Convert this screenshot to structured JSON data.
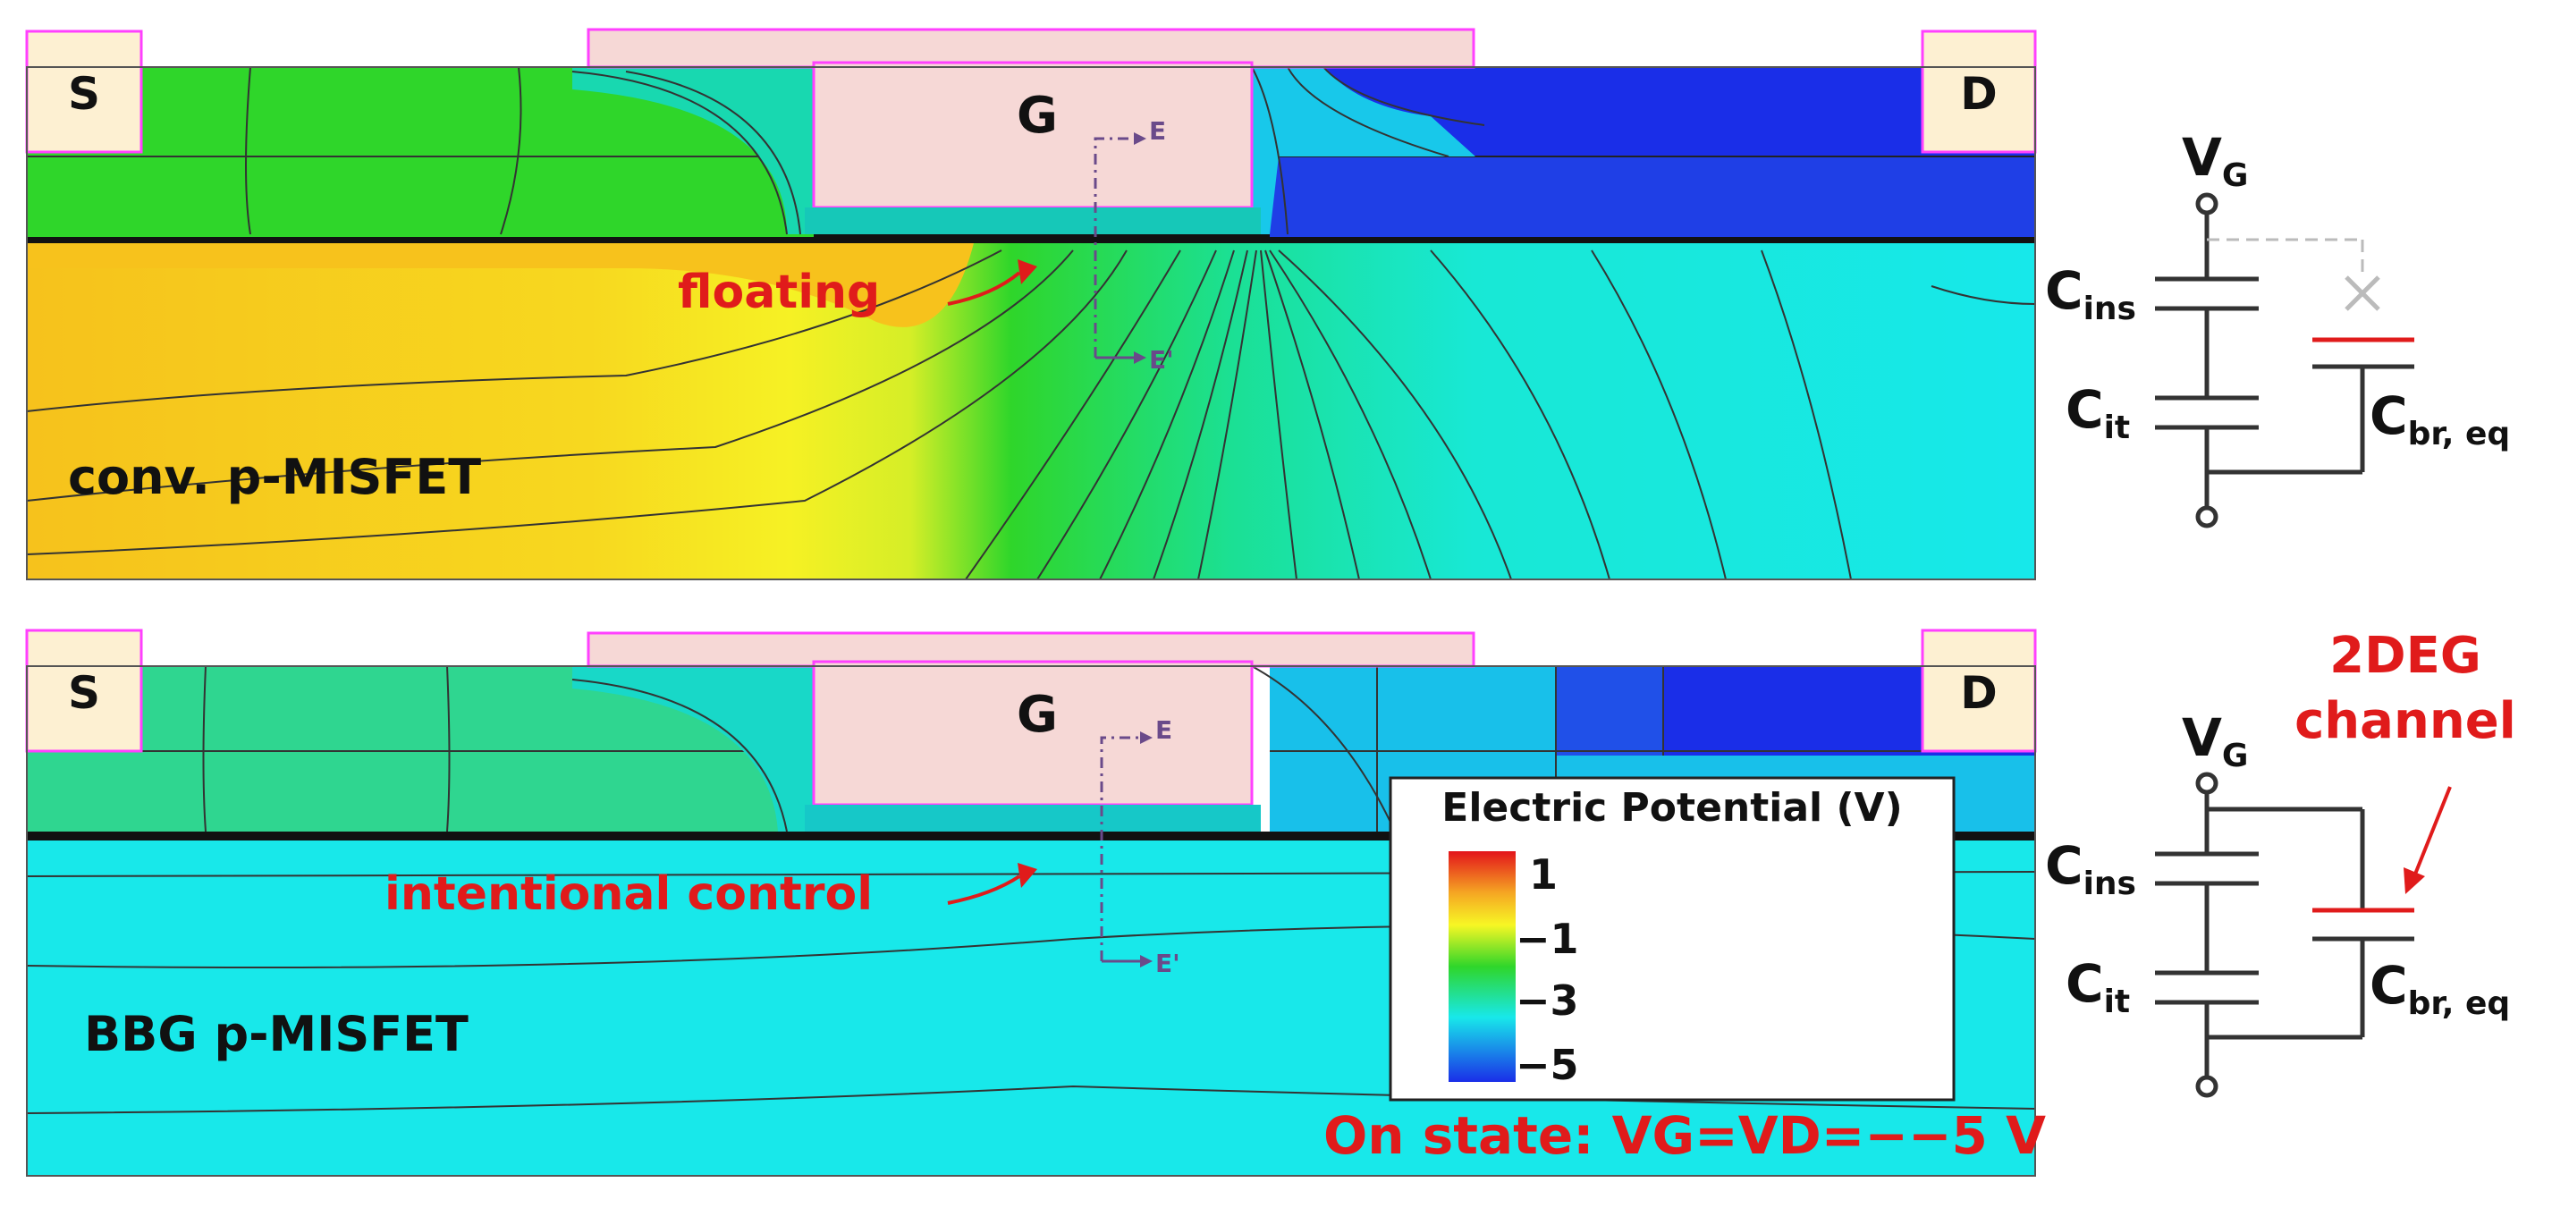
{
  "top_panel": {
    "source": "S",
    "gate": "G",
    "drain": "D",
    "cut_start": "E",
    "cut_end": "E'",
    "annotation": "floating",
    "device_label": "conv. p-MISFET"
  },
  "bottom_panel": {
    "source": "S",
    "gate": "G",
    "drain": "D",
    "cut_start": "E",
    "cut_end": "E'",
    "annotation": "intentional control",
    "device_label": "BBG p-MISFET",
    "condition": "On state: VG=VD=−−5 V"
  },
  "legend": {
    "title": "Electric Potential (V)",
    "ticks": [
      "1",
      "−1",
      "−3",
      "−5"
    ],
    "colors": [
      "#e3141b",
      "#f5a623",
      "#f7f724",
      "#2fd62a",
      "#18e8ea",
      "#1a2ee8"
    ]
  },
  "circuit_top": {
    "vg_main": "V",
    "vg_sub": "G",
    "cins_main": "C",
    "cins_sub": "ins",
    "cit_main": "C",
    "cit_sub": "it",
    "cbr_main": "C",
    "cbr_sub": "br, eq"
  },
  "circuit_bottom": {
    "vg_main": "V",
    "vg_sub": "G",
    "cins_main": "C",
    "cins_sub": "ins",
    "cit_main": "C",
    "cit_sub": "it",
    "cbr_main": "C",
    "cbr_sub": "br, eq",
    "channel_label_line1": "2DEG",
    "channel_label_line2": "channel"
  },
  "colors": {
    "annotation_red": "#e01b1b",
    "contact_fill": "#fdf0d2",
    "contact_border": "#ff40ff",
    "gate_fill": "#f6d8d6"
  }
}
